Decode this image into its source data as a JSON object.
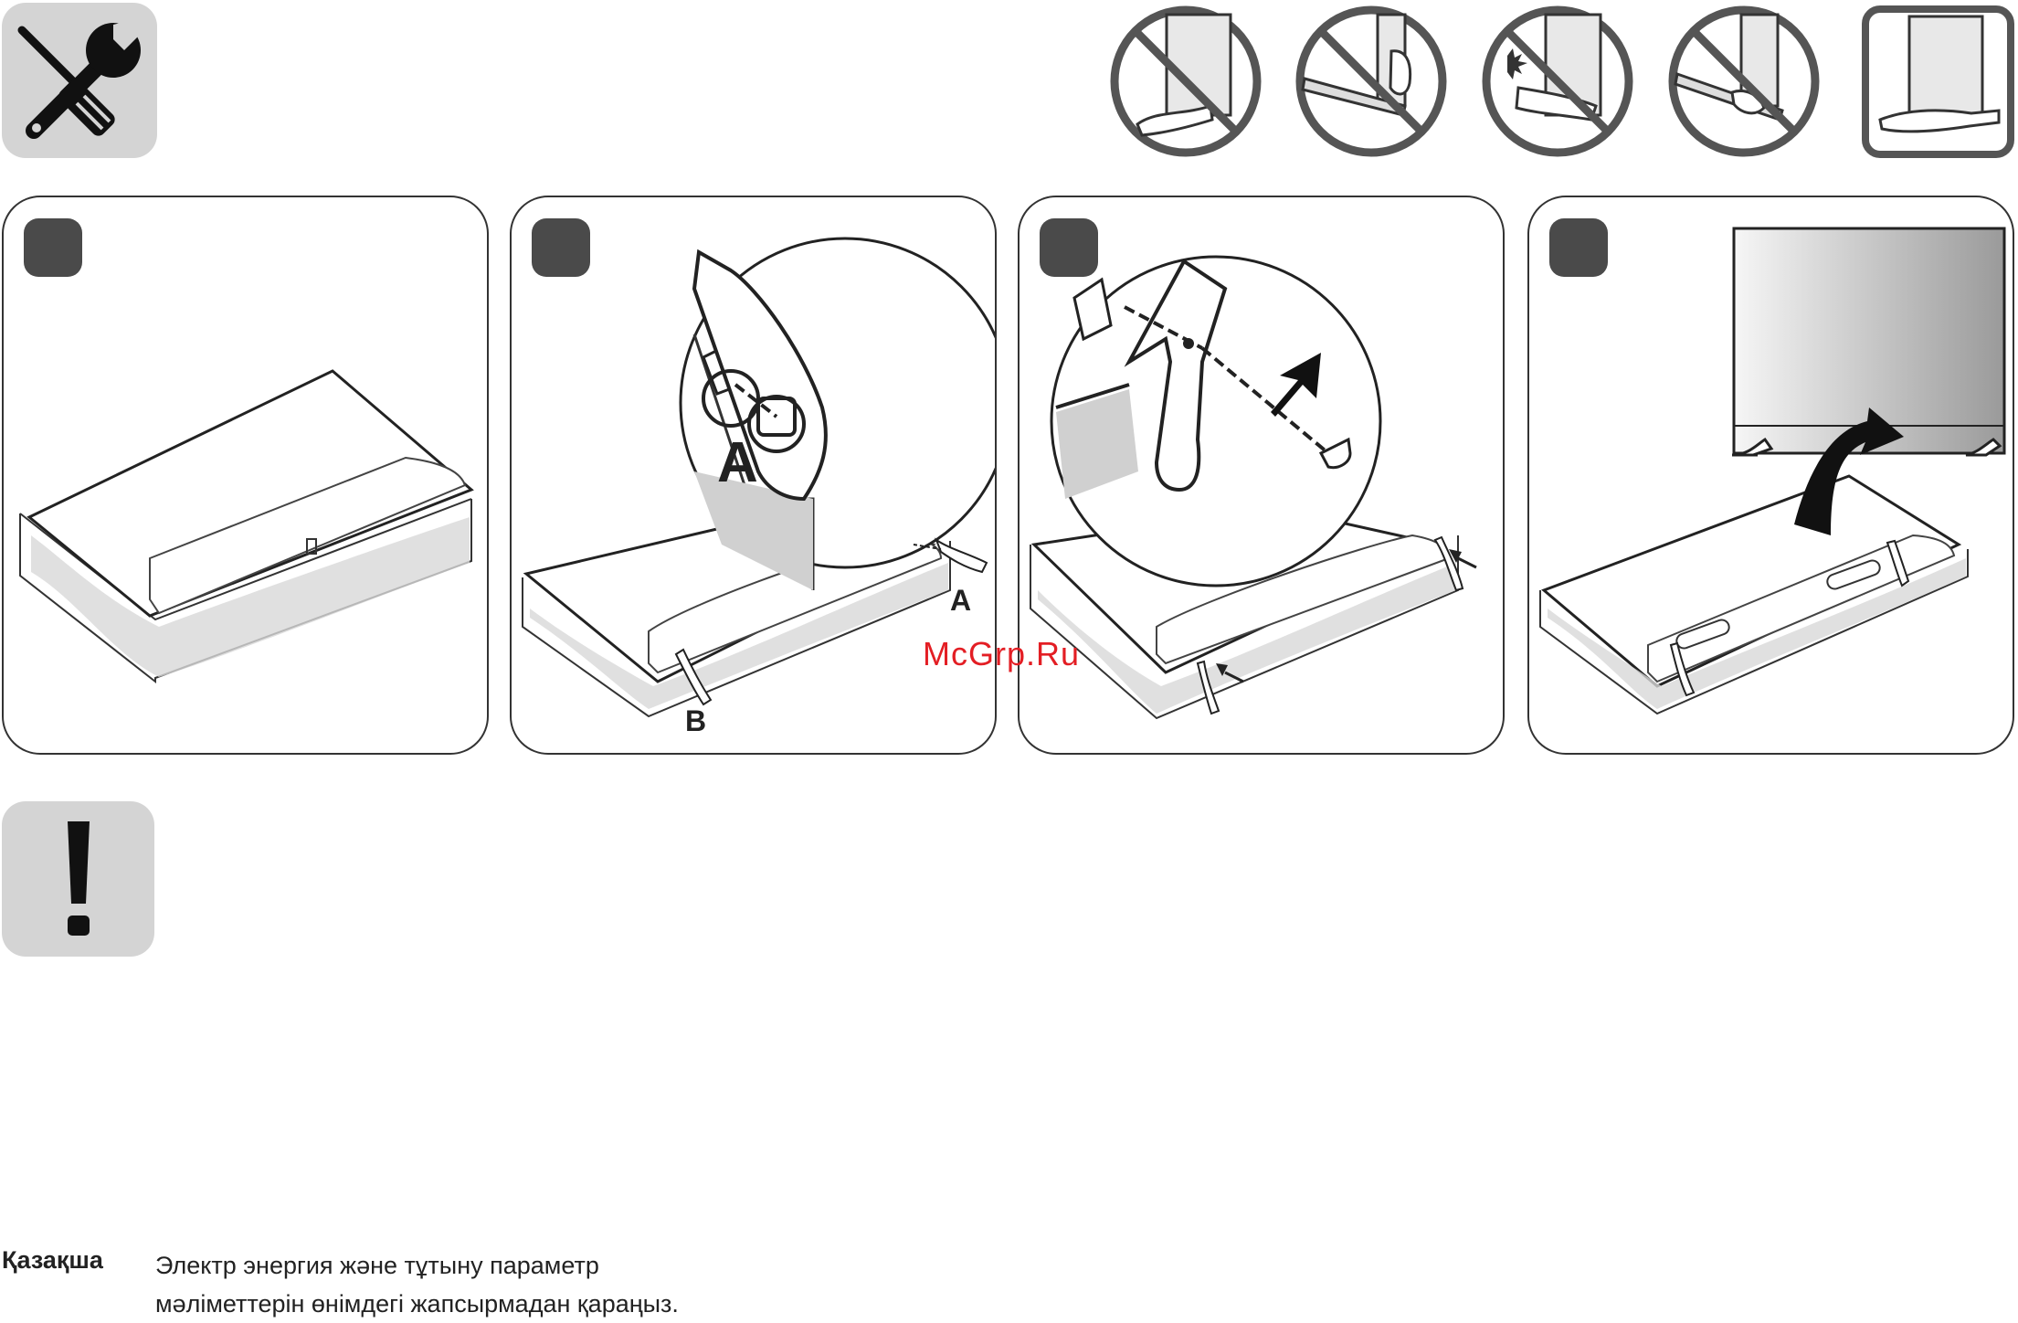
{
  "labels": {
    "panel2_zoom": "A",
    "panel2_right": "A",
    "panel2_left": "B"
  },
  "watermark": "McGrp.Ru",
  "footer": {
    "language": "Қазақша",
    "line1": "Электр энергия және тұтыну параметр",
    "line2": "мәліметтерін өнімдегі жапсырмадан қараңыз."
  },
  "colors": {
    "box_gray": "#d4d4d4",
    "badge": "#4a4a4a",
    "watermark": "#e31e24"
  },
  "icons": [
    "wrench-screwdriver-icon",
    "exclamation-icon",
    "prohibited-icon",
    "allowed-icon"
  ]
}
